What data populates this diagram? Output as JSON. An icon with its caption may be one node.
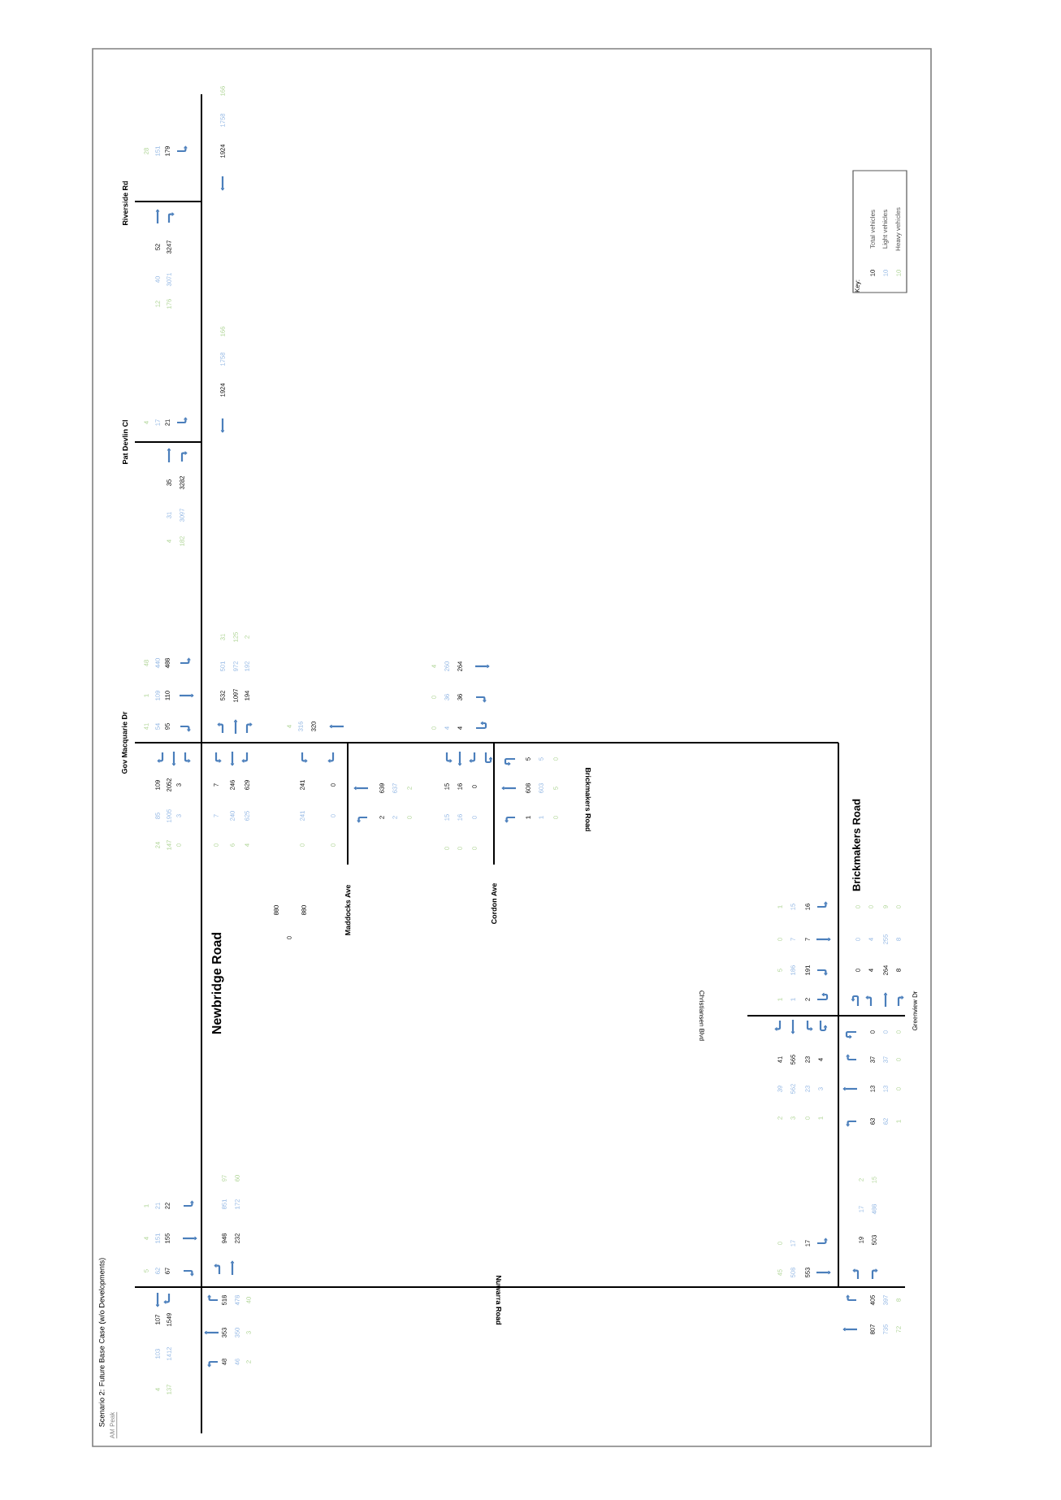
{
  "diagram": {
    "title": "Scenario 2: Future Base Case (w/o Developments)",
    "labels": [
      "AM Peak",
      "Riverside Rd",
      "Pat Devlin Cl",
      "Gov Macquarie Dr",
      "Newbridge Road",
      "Maddocks Ave",
      "Cordon Ave",
      "Brickmakers Road",
      "Brickmakers Road",
      "Christiansen Blvd",
      "Greenview Dr",
      "Nuwarra Road",
      "28",
      "151",
      "179",
      "1924",
      "1758",
      "166",
      "52",
      "3247",
      "40",
      "3071",
      "12",
      "176",
      "4",
      "17",
      "21",
      "1924",
      "1758",
      "166",
      "35",
      "3282",
      "31",
      "3097",
      "4",
      "182",
      "48",
      "440",
      "488",
      "1",
      "109",
      "110",
      "41",
      "54",
      "95",
      "31",
      "125",
      "2",
      "501",
      "972",
      "192",
      "532",
      "1097",
      "194",
      "4",
      "316",
      "320",
      "109",
      "2052",
      "3",
      "85",
      "1905",
      "3",
      "24",
      "147",
      "0",
      "7",
      "246",
      "629",
      "7",
      "240",
      "625",
      "0",
      "6",
      "4",
      "241",
      "0",
      "241",
      "0",
      "0",
      "0",
      "880",
      "880",
      "0",
      "639",
      "637",
      "2",
      "2",
      "2",
      "0",
      "4",
      "260",
      "264",
      "0",
      "36",
      "36",
      "0",
      "4",
      "4",
      "15",
      "16",
      "0",
      "15",
      "16",
      "0",
      "0",
      "0",
      "0",
      "5",
      "5",
      "0",
      "608",
      "603",
      "5",
      "1",
      "1",
      "0",
      "1",
      "15",
      "16",
      "0",
      "7",
      "7",
      "5",
      "186",
      "191",
      "1",
      "1",
      "2",
      "0",
      "4",
      "264",
      "8",
      "0",
      "4",
      "255",
      "8",
      "0",
      "0",
      "9",
      "0",
      "41",
      "565",
      "23",
      "4",
      "39",
      "562",
      "23",
      "3",
      "2",
      "3",
      "0",
      "1",
      "0",
      "0",
      "0",
      "37",
      "37",
      "0",
      "13",
      "13",
      "0",
      "63",
      "62",
      "1",
      "0",
      "17",
      "17",
      "45",
      "508",
      "553",
      "19",
      "503",
      "17",
      "488",
      "2",
      "15",
      "405",
      "397",
      "8",
      "807",
      "735",
      "72",
      "1",
      "21",
      "22",
      "4",
      "151",
      "155",
      "5",
      "62",
      "67",
      "97",
      "60",
      "851",
      "172",
      "948",
      "232",
      "107",
      "1549",
      "103",
      "1412",
      "4",
      "137",
      "518",
      "478",
      "40",
      "353",
      "350",
      "3",
      "48",
      "46",
      "2",
      "Key:",
      "10",
      "10",
      "10"
    ],
    "legend": [
      {
        "text": "Total vehicles"
      },
      {
        "text": "Light vehicles"
      },
      {
        "text": "Heavy vehicles"
      }
    ]
  }
}
